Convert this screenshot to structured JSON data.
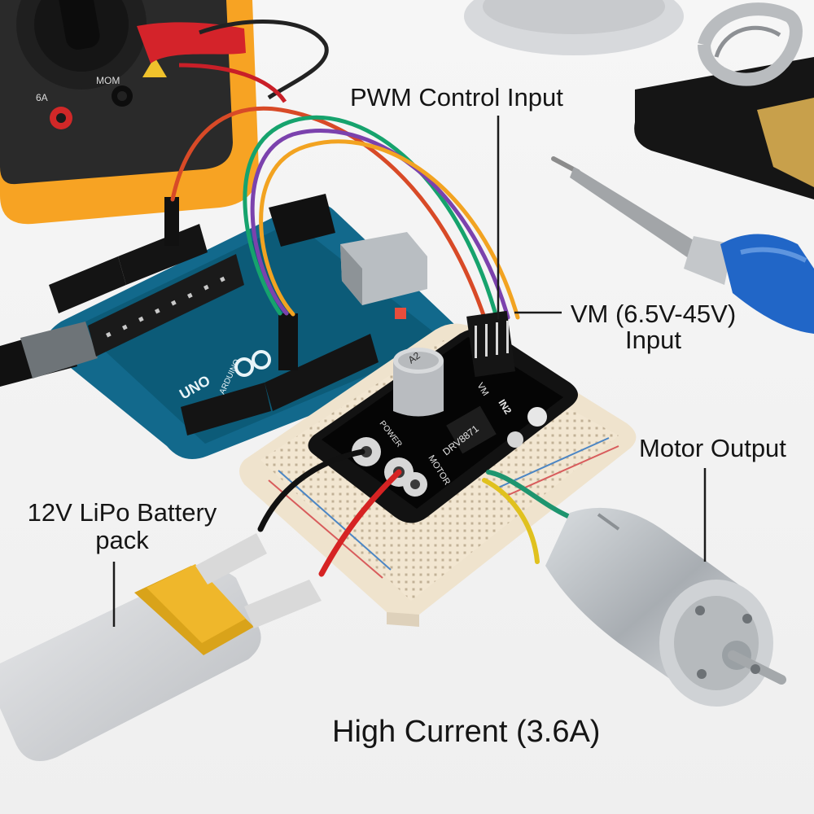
{
  "scene": {
    "multimeter": {
      "labels": [
        "6A",
        "MOM"
      ]
    },
    "arduino": {
      "board_text": "UNO",
      "brand_text": "ARDUINO"
    },
    "capacitor": {
      "text": "A2"
    },
    "driver_board": {
      "model_text": "DRV8871",
      "silkscreen": [
        "MOTOR",
        "POWER",
        "IN2",
        "VM"
      ]
    }
  },
  "labels": {
    "pwm_control": "PWM Control Input",
    "vm_input_line1": "VM (6.5V-45V)",
    "vm_input_line2": "Input",
    "motor_output": "Motor Output",
    "battery_line1": "12V LiPo Battery",
    "battery_line2": "pack",
    "high_current": "High Current (3.6A)"
  }
}
